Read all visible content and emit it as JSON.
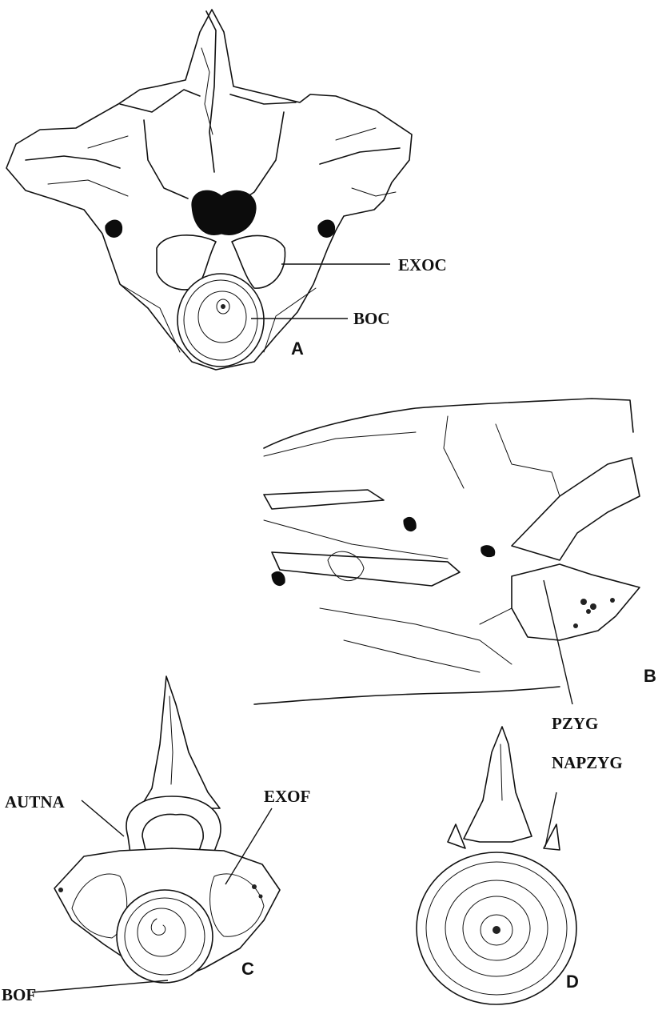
{
  "panels": {
    "a": {
      "letter": "A"
    },
    "b": {
      "letter": "B"
    },
    "c": {
      "letter": "C"
    },
    "d": {
      "letter": "D"
    }
  },
  "labels": {
    "exoc": "EXOC",
    "boc": "BOC",
    "pzyg": "PZYG",
    "autna": "AUTNA",
    "exof": "EXOF",
    "bof": "BOF",
    "napzyg": "NAPZYG"
  }
}
